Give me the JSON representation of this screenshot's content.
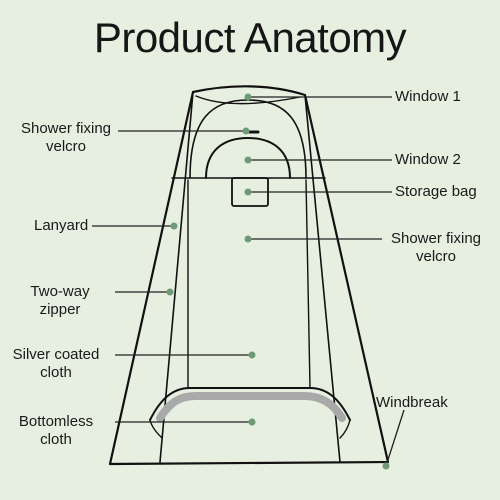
{
  "title": "Product Anatomy",
  "labels": {
    "window_1": "Window 1",
    "shower_fixing_velcro_left_line1": "Shower fixing",
    "shower_fixing_velcro_left_line2": "velcro",
    "window_2": "Window 2",
    "storage_bag": "Storage bag",
    "lanyard": "Lanyard",
    "shower_fixing_velcro_right_line1": "Shower fixing",
    "shower_fixing_velcro_right_line2": "velcro",
    "two_way_zipper_line1": "Two-way",
    "two_way_zipper_line2": "zipper",
    "silver_coated_cloth_line1": "Silver coated",
    "silver_coated_cloth_line2": "cloth",
    "windbreak": "Windbreak",
    "bottomless_cloth_line1": "Bottomless",
    "bottomless_cloth_line2": "cloth"
  },
  "colors": {
    "background": "#e6efe0",
    "outline": "#111111",
    "pointer_dot": "#6f9a78",
    "floor_band": "#a9a9a9"
  }
}
